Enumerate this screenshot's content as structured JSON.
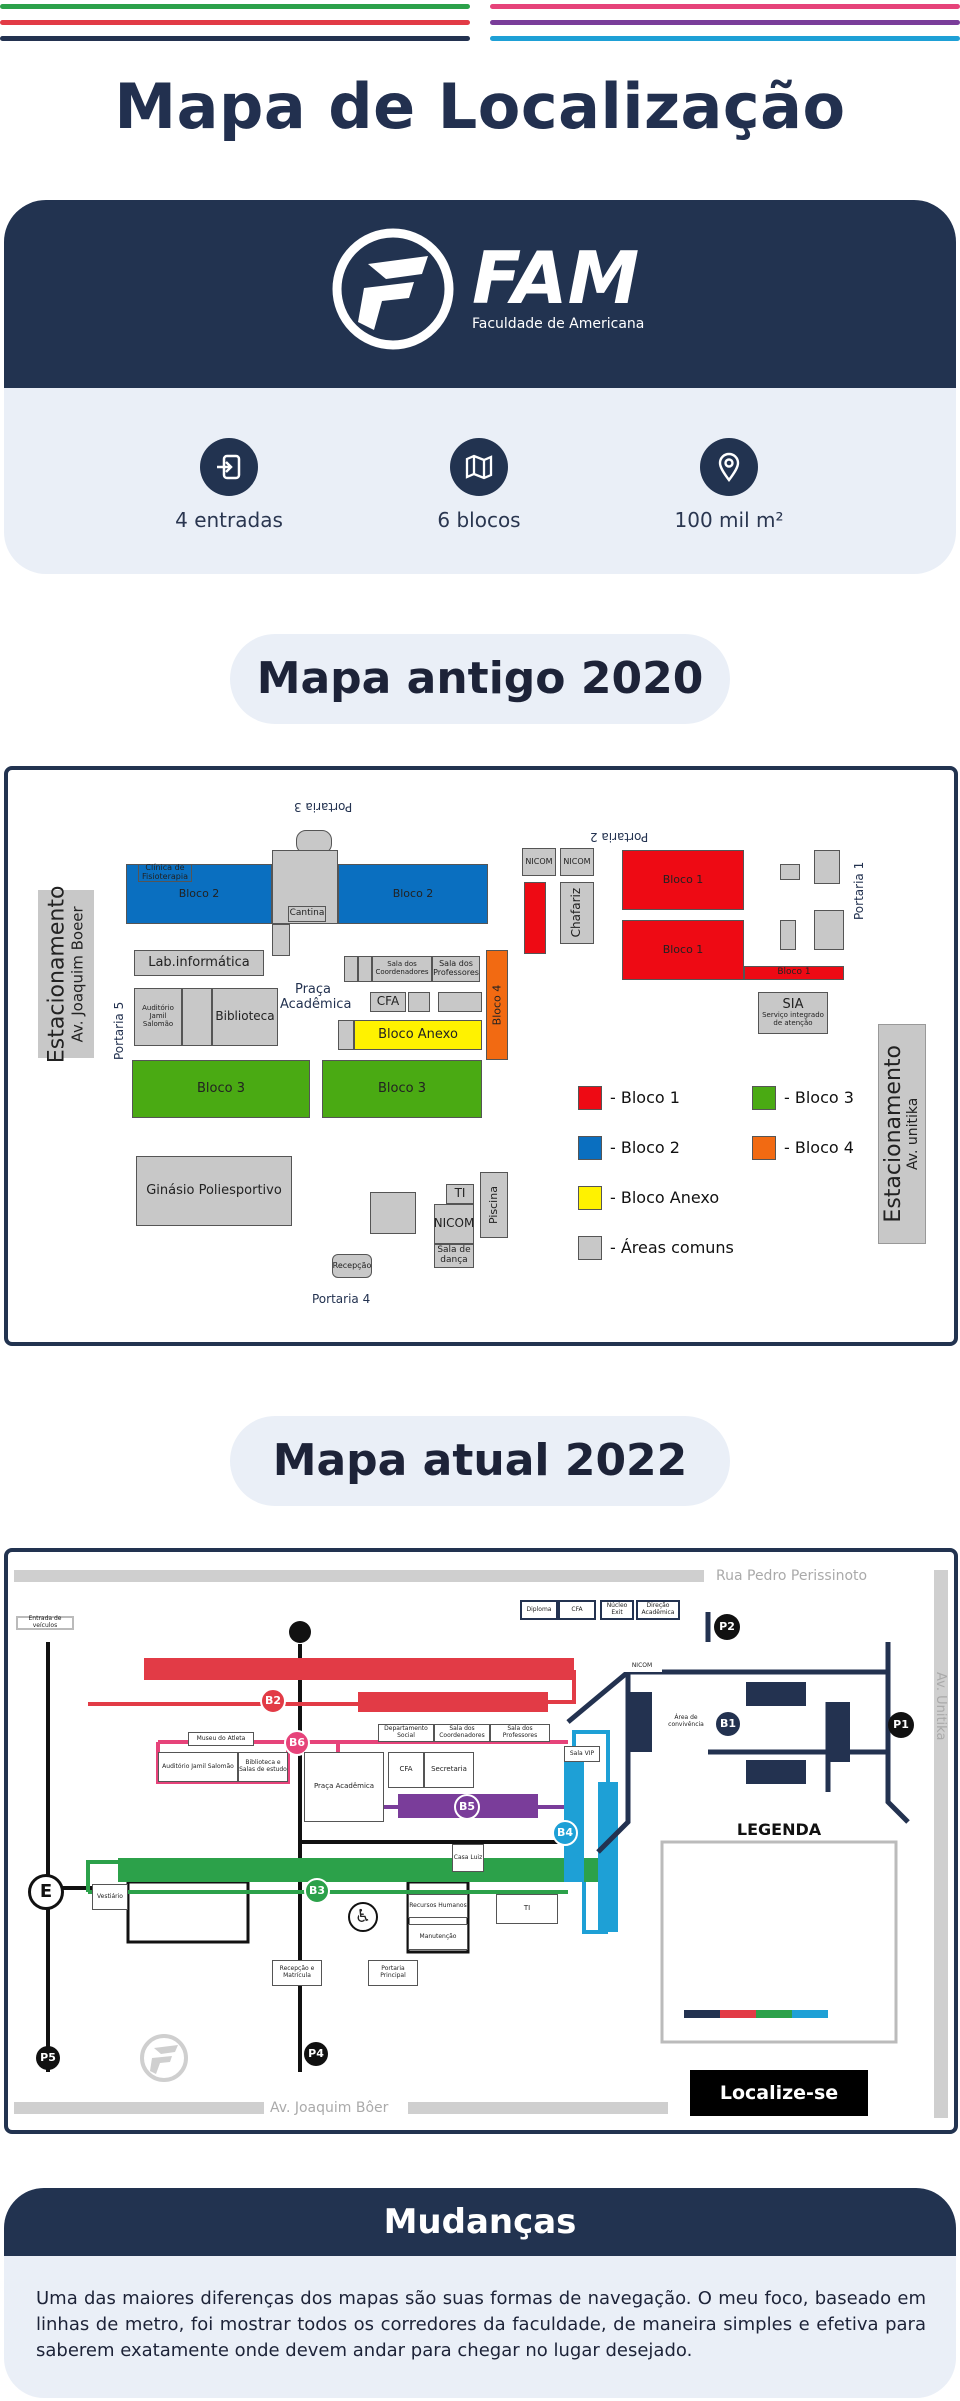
{
  "header": {
    "title": "Mapa de Localização",
    "stripe_colors": [
      "#2ca14a",
      "#e23b46",
      "#233250",
      "#e6437a",
      "#7a3d9a",
      "#1ea0d6"
    ]
  },
  "brand": {
    "logo_text": "FAM",
    "logo_subtitle": "Faculdade de Americana",
    "stats": [
      {
        "label": "4 entradas",
        "icon": "entrance-icon"
      },
      {
        "label": "6 blocos",
        "icon": "map-icon"
      },
      {
        "label": "100 mil m²",
        "icon": "location-pin-icon"
      }
    ]
  },
  "old_map": {
    "title": "Mapa antigo 2020",
    "labels": {
      "parking_left": "Estacionamento",
      "parking_left_street": "Av. Joaquim Boeer",
      "parking_right": "Estacionamento",
      "parking_right_street": "Av. unitika",
      "bloco1": "Bloco 1",
      "bloco2": "Bloco 2",
      "bloco3": "Bloco 3",
      "bloco4": "Bloco 4",
      "bloco_anexo": "Bloco Anexo",
      "lab_info": "Lab.informática",
      "biblioteca": "Biblioteca",
      "auditorio": "Auditório Jamil Salomão",
      "praca": "Praça Acadêmica",
      "cfa": "CFA",
      "ginasio": "Ginásio Poliesportivo",
      "nicom": "NICOM",
      "ti": "TI",
      "piscina": "Piscina",
      "sala_danca": "Sala de dança",
      "recepcao": "Recepção",
      "chafariz": "Chafariz",
      "sia": "SIA",
      "sia_sub": "Serviço integrado de atenção",
      "cantina": "Cantina",
      "portaria1": "Portaria 1",
      "portaria2": "Portaria 2",
      "portaria3": "Portaria 3",
      "portaria4": "Portaria 4",
      "portaria5": "Portaria 5",
      "clinica": "Clínica de Fisioterapia",
      "sala_prof": "Sala dos Professores",
      "sala_coord": "Sala dos Coordenadores"
    },
    "legend": [
      {
        "label": "- Bloco 1",
        "color": "#ee0a14"
      },
      {
        "label": "- Bloco 3",
        "color": "#4aaa13"
      },
      {
        "label": "- Bloco 2",
        "color": "#0a6fc0"
      },
      {
        "label": "- Bloco 4",
        "color": "#f26a12"
      },
      {
        "label": "- Bloco Anexo",
        "color": "#fff200"
      },
      {
        "label": "- Áreas comuns",
        "color": "#c8c8c8"
      }
    ]
  },
  "new_map": {
    "title": "Mapa atual 2022",
    "street_top": "Rua Pedro Perissinoto",
    "street_bottom": "Av. Joaquim Bôer",
    "street_right": "Av. Unitika",
    "legend_title": "LEGENDA",
    "localize": "Localize-se",
    "stations": [
      "B1",
      "B2",
      "B3",
      "B4",
      "B5",
      "B6",
      "E",
      "P1",
      "P2",
      "P4",
      "P5"
    ],
    "labels": {
      "entrada_veiculos": "Entrada de veículos",
      "museu": "Museu do Atleta",
      "auditorio": "Auditório Jamil Salomão",
      "biblioteca": "Biblioteca e Salas de estudo",
      "praca": "Praça Acadêmica",
      "cfa": "CFA",
      "secretaria": "Secretaria",
      "dep_social": "Departamento Social",
      "sala_coord": "Sala dos Coordenadores",
      "sala_prof": "Sala dos Professores",
      "sala_vip": "Sala VIP",
      "area_convivencia": "Área de convivência",
      "diploma": "Diploma",
      "nucleo": "Núcleo Exit",
      "direcao": "Direção Acadêmica",
      "nicom": "NICOM",
      "vestiario": "Vestiário",
      "recursos": "Recursos Humanos",
      "manutencao": "Manutenção",
      "portaria_principal": "Portaria Principal",
      "recepcao": "Recepção e Matrícula",
      "casa_luiz": "Casa Luiz",
      "ti": "TI"
    }
  },
  "changes": {
    "title": "Mudanças",
    "text": "Uma das maiores diferenças dos mapas são suas formas de navegação. O meu foco, baseado em linhas de metro, foi mostrar todos os corredores da faculdade, de maneira simples e efetiva para saberem exatamente onde devem andar para chegar no lugar desejado."
  }
}
